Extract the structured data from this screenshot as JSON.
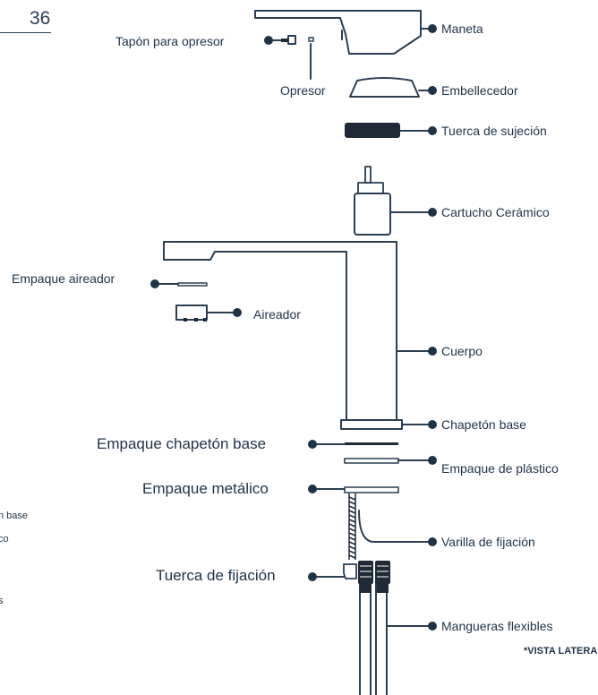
{
  "page_number": "36",
  "labels": {
    "maneta": "Maneta",
    "tapon_para_opresor": "Tapón para opresor",
    "opresor": "Opresor",
    "embellecedor": "Embellecedor",
    "tuerca_de_sujecion": "Tuerca de sujeción",
    "cartucho_ceramico": "Cartucho Cerámico",
    "empaque_aireador": "Empaque aireador",
    "aireador": "Aireador",
    "cuerpo": "Cuerpo",
    "chapeton_base": "Chapetón base",
    "empaque_chapeton_base": "Empaque chapetón base",
    "empaque_de_plastico": "Empaque de plástico",
    "empaque_metalico": "Empaque metálico",
    "varilla_de_fijacion": "Varilla de fijación",
    "tuerca_de_fijacion": "Tuerca de fijación",
    "mangueras_flexibles": "Mangueras flexibles"
  },
  "left_fragments": {
    "line1": "n base",
    "line2": "co",
    "line3": "s"
  },
  "footnote": "*VISTA LATERAL",
  "colors": {
    "ink": "#1f3348",
    "line": "#2b3e52"
  }
}
